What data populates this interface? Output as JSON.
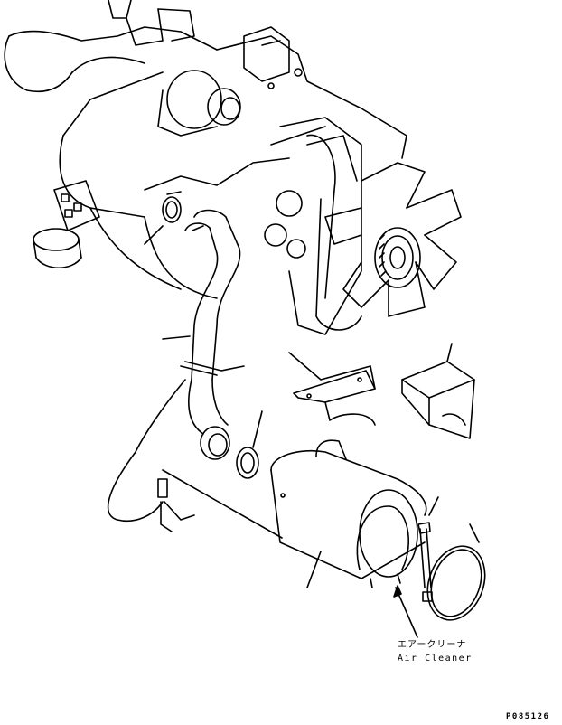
{
  "labels": {
    "air_cleaner_jp": "エアークリーナ",
    "air_cleaner_en": "Air Cleaner"
  },
  "drawing_code": "P085126",
  "colors": {
    "line": "#000000",
    "background": "#ffffff"
  }
}
